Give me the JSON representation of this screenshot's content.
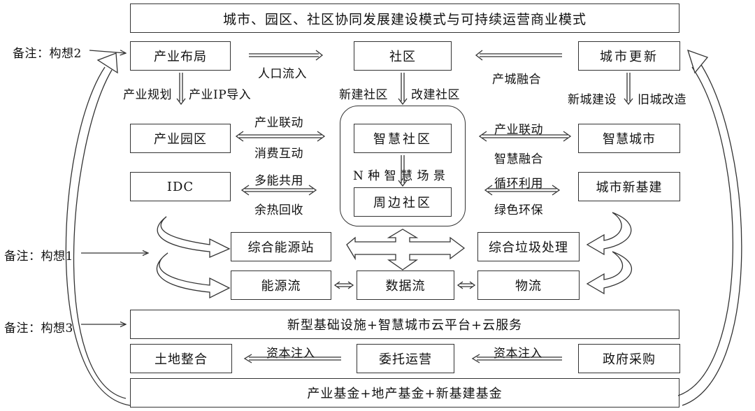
{
  "title": "城市、园区、社区协同发展建设模式与可持续运营商业模式",
  "notes": {
    "concept2": "备注：构想2",
    "concept1": "备注：构想1",
    "concept3": "备注：构想3"
  },
  "top_row": {
    "industry_layout": "产业布局",
    "community": "社区",
    "urban_renewal": "城市更新",
    "population_inflow": "人口流入",
    "industry_city_fusion": "产城融合",
    "industry_planning": "产业规划",
    "industry_ip": "产业IP导入",
    "new_community": "新建社区",
    "rebuild_community": "改建社区",
    "new_city": "新城建设",
    "old_city": "旧城改造"
  },
  "middle": {
    "industrial_park": "产业园区",
    "smart_community": "智慧社区",
    "smart_city": "智慧城市",
    "idc": "IDC",
    "surrounding_community": "周边社区",
    "new_infra": "城市新基建",
    "industry_linkage_left": "产业联动",
    "consumption_interaction": "消费互动",
    "industry_linkage_right": "产业联动",
    "smart_fusion": "智慧融合",
    "multi_energy": "多能共用",
    "waste_heat": "余热回收",
    "recycling": "循环利用",
    "green_env": "绿色环保",
    "n_scenarios": "N 种 智 慧 场 景"
  },
  "energy": {
    "integrated_energy_station": "综合能源站",
    "integrated_waste": "综合垃圾处理",
    "energy_flow": "能源流",
    "data_flow": "数据流",
    "logistics": "物流"
  },
  "bottom": {
    "infrastructure": "新型基础设施+智慧城市云平台+云服务",
    "land_integration": "土地整合",
    "entrusted_operation": "委托运营",
    "gov_procurement": "政府采购",
    "capital_injection_left": "资本注入",
    "capital_injection_right": "资本注入",
    "funds": "产业基金+地产基金+新基建基金"
  }
}
